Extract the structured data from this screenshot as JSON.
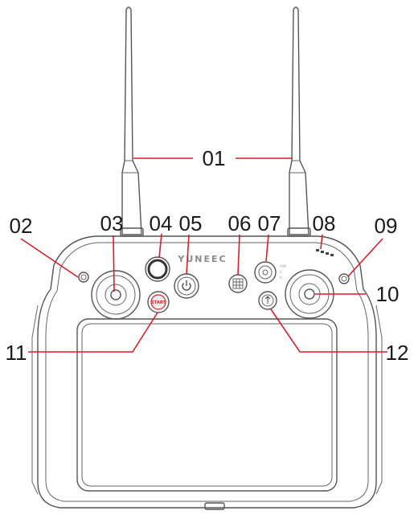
{
  "brand": "YUNEEC",
  "callouts": {
    "c01": "01",
    "c02": "02",
    "c03": "03",
    "c04": "04",
    "c05": "05",
    "c06": "06",
    "c07": "07",
    "c08": "08",
    "c09": "09",
    "c10": "10",
    "c11": "11",
    "c12": "12"
  },
  "start_button_text": "START",
  "mode_labels": [
    "A/M",
    "C",
    "S"
  ],
  "colors": {
    "leader": "#d0202a",
    "outline": "#555555",
    "text": "#1a1a1a"
  }
}
